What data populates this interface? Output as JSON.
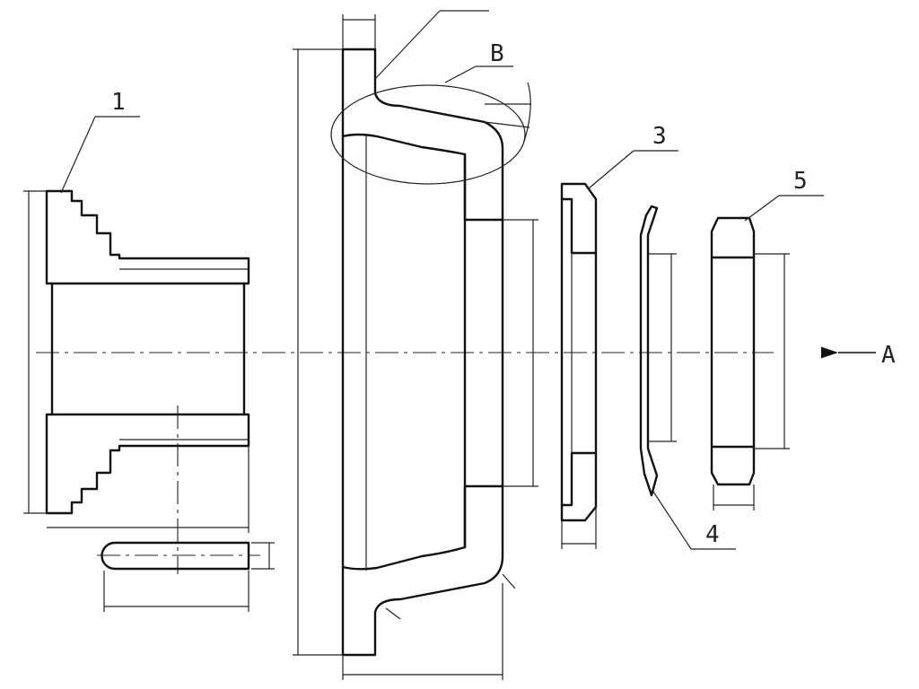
{
  "parts": [
    {
      "id": "part-1",
      "label": "1"
    },
    {
      "id": "part-3",
      "label": "3"
    },
    {
      "id": "part-4",
      "label": "4"
    },
    {
      "id": "part-5",
      "label": "5"
    }
  ],
  "detail_label": "B",
  "view_label": "A",
  "colors": {
    "line": "#111111",
    "background": "#ffffff"
  }
}
